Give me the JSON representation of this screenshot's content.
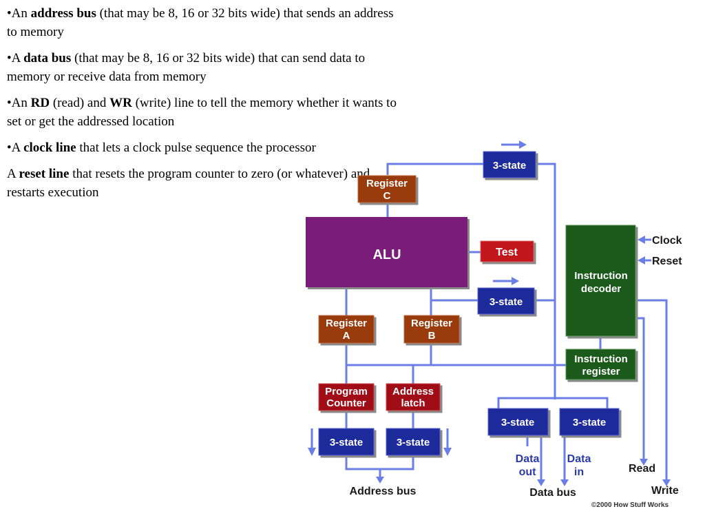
{
  "bullets": {
    "b1": {
      "pre": "•An ",
      "bold": "address bus",
      "post": " (that may be 8, 16 or 32 bits wide) that sends an address to memory"
    },
    "b2": {
      "pre": "•A ",
      "bold": "data bus",
      "post": " (that may be 8, 16 or 32 bits wide) that can send data to memory or receive data from memory"
    },
    "b3": {
      "pre": "•An ",
      "bold": "RD",
      "mid": " (read) and ",
      "bold2": "WR",
      "post": " (write) line to tell the memory whether it wants to set or get the addressed location"
    },
    "b4": {
      "pre": "•A ",
      "bold": "clock line",
      "post": " that lets a clock pulse sequence the processor"
    },
    "b5": {
      "pre": "A ",
      "bold": "reset line",
      "post": " that resets the program counter to zero (or whatever) and restarts execution"
    }
  },
  "diagram": {
    "alu": "ALU",
    "test": "Test",
    "register_c": [
      "Register",
      "C"
    ],
    "register_a": [
      "Register",
      "A"
    ],
    "register_b": [
      "Register",
      "B"
    ],
    "program_counter": [
      "Program",
      "Counter"
    ],
    "address_latch": [
      "Address",
      "latch"
    ],
    "tristate": "3-state",
    "instruction_decoder": [
      "Instruction",
      "decoder"
    ],
    "instruction_register": [
      "Instruction",
      "register"
    ],
    "clock": "Clock",
    "reset": "Reset",
    "read": "Read",
    "write": "Write",
    "data_out": [
      "Data",
      "out"
    ],
    "data_in": [
      "Data",
      "in"
    ],
    "address_bus": "Address bus",
    "data_bus": "Data bus",
    "copyright": "©2000 How Stuff Works"
  },
  "colors": {
    "wire": "#6b7ee6",
    "alu": "#7a1f7a",
    "register": "#9a3a0a",
    "red_block": "#c0141a",
    "tristate": "#1f2a9a",
    "green": "#1f5a1f"
  }
}
